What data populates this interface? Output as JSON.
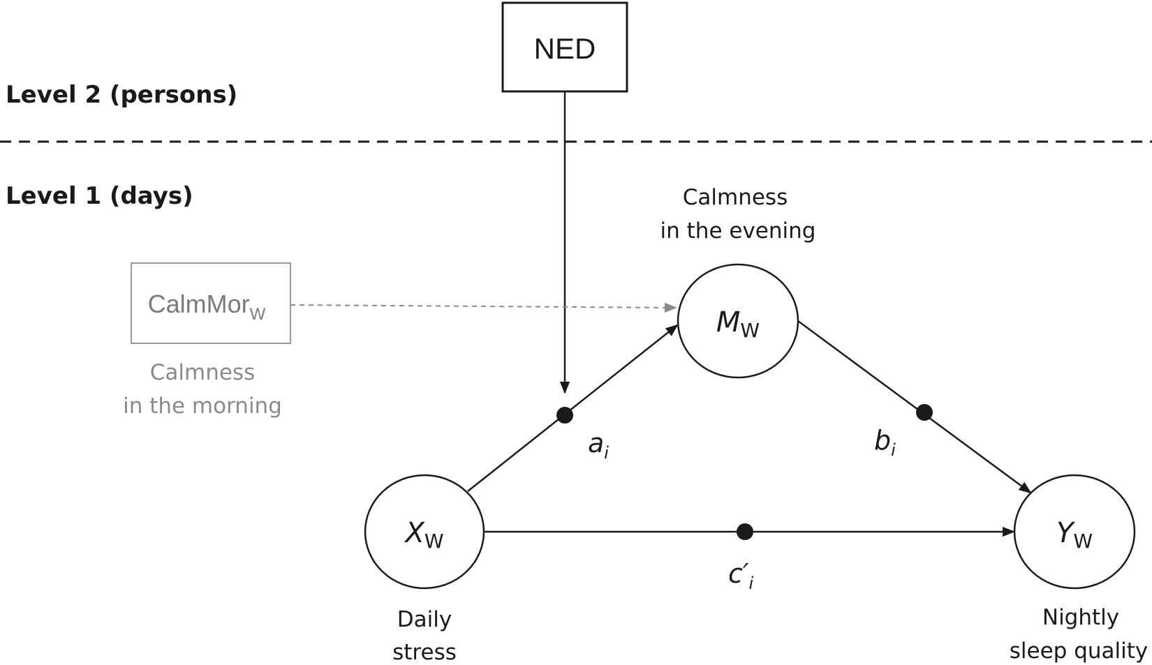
{
  "levels": {
    "level2": "Level 2 (persons)",
    "level1": "Level 1 (days)"
  },
  "moderator": {
    "label": "NED"
  },
  "covariate": {
    "label": "CalmMor",
    "subscript": "W",
    "caption_line1": "Calmness",
    "caption_line2": "in the morning"
  },
  "mediator": {
    "variable": "M",
    "subscript": "W",
    "caption_line1": "Calmness",
    "caption_line2": "in the evening"
  },
  "predictor": {
    "variable": "X",
    "subscript": "W",
    "caption_line1": "Daily",
    "caption_line2": "stress"
  },
  "outcome": {
    "variable": "Y",
    "subscript": "W",
    "caption_line1": "Nightly",
    "caption_line2": "sleep quality"
  },
  "paths": {
    "a": {
      "label": "a",
      "subscript": "i"
    },
    "b": {
      "label": "b",
      "subscript": "i"
    },
    "c": {
      "label": "c′",
      "subscript": "i"
    }
  },
  "colors": {
    "ink": "#1a1a1a",
    "grey": "#8a8a8a"
  }
}
